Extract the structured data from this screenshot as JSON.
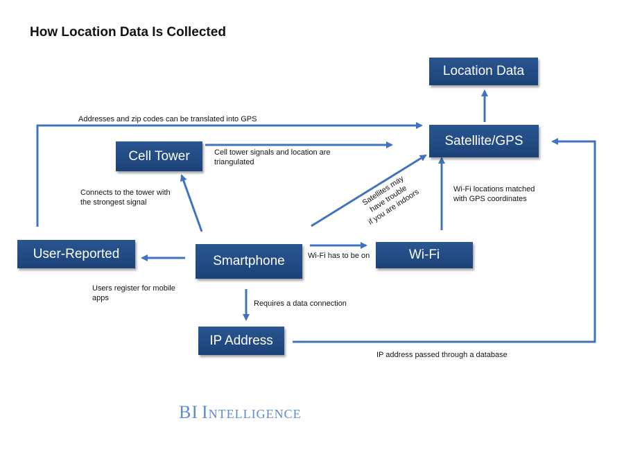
{
  "title": "How Location Data Is Collected",
  "colors": {
    "node_fill": "#1f4a82",
    "arrow": "#3f73bd",
    "brand": "#5b8bcf"
  },
  "nodes": {
    "location_data": "Location Data",
    "satellite_gps": "Satellite/GPS",
    "cell_tower": "Cell Tower",
    "user_reported": "User-Reported",
    "smartphone": "Smartphone",
    "wifi": "Wi-Fi",
    "ip_address": "IP Address"
  },
  "edge_labels": {
    "addresses": "Addresses and zip codes can be translated into GPS",
    "cell_triangulated": [
      "Cell tower signals and location are",
      "triangulated"
    ],
    "connects_tower": [
      "Connects to the tower with",
      "the strongest signal"
    ],
    "satellites_trouble": [
      "Satellites may",
      "have trouble",
      "if you are indoors"
    ],
    "wifi_matched": [
      "Wi-Fi locations matched",
      "with GPS coordinates"
    ],
    "wifi_on": "Wi-Fi has to be on",
    "users_register": [
      "Users register for mobile",
      "apps"
    ],
    "data_connection": "Requires a data connection",
    "ip_database": "IP address passed through a database"
  },
  "brand": {
    "part1": "BI",
    "part2": "Intelligence"
  }
}
